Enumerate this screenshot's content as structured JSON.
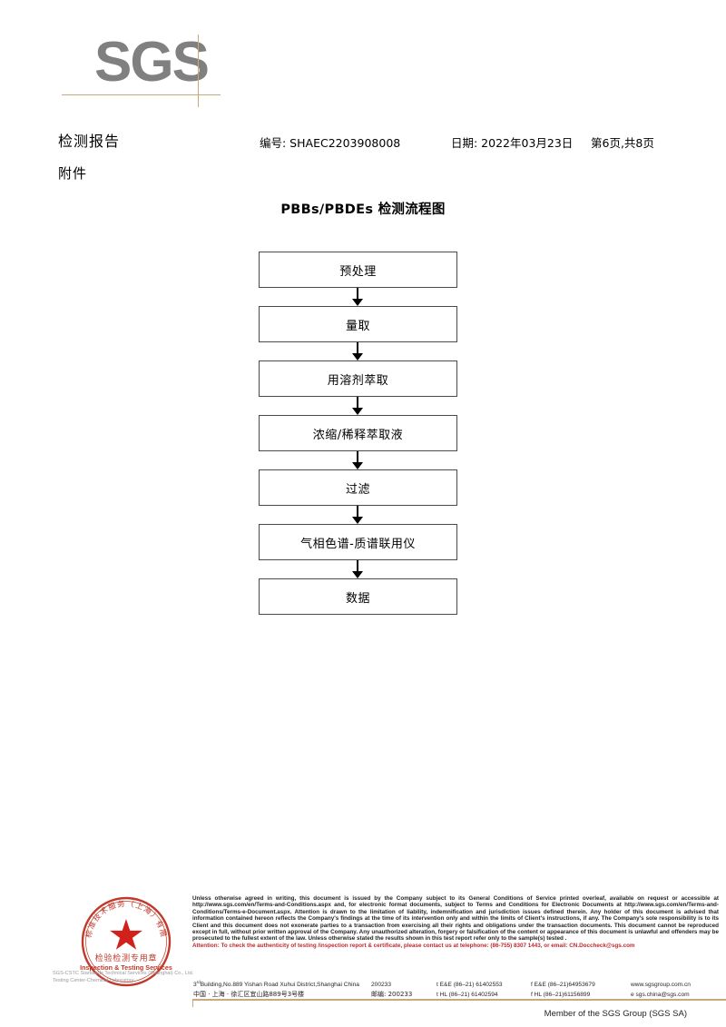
{
  "logo": {
    "text": "SGS"
  },
  "header": {
    "title": "检测报告",
    "attachment": "附件",
    "report_no": "编号: SHAEC2203908008",
    "date": "日期: 2022年03月23日",
    "page": "第6页,共8页"
  },
  "flowchart": {
    "title": "PBBs/PBDEs 检测流程图",
    "steps": [
      {
        "label": "预处理"
      },
      {
        "label": "量取"
      },
      {
        "label": "用溶剂萃取"
      },
      {
        "label": "浓缩/稀释萃取液"
      },
      {
        "label": "过滤"
      },
      {
        "label": "气相色谱-质谱联用仪"
      },
      {
        "label": "数据"
      }
    ]
  },
  "seal": {
    "ring_text_cn": "上海标准技术服务（上海）有限公司",
    "line_cn": "检验检测专用章",
    "line_en": "Inspection & Testing Services",
    "color": "#c0392b"
  },
  "seal_caption": {
    "line1": "SGS-CSTC Standards Technical Services (Shanghai) Co., Ltd.",
    "line2": "Testing Center-Chemical Laboratory"
  },
  "footer": {
    "disclaimer": "Unless otherwise agreed in writing, this document is issued by the Company subject to its General Conditions of Service printed overleaf, available on request or accessible at http://www.sgs.com/en/Terms-and-Conditions.aspx and, for electronic format documents, subject to Terms and Conditions for Electronic Documents at http://www.sgs.com/en/Terms-and-Conditions/Terms-e-Document.aspx. Attention is drawn to the limitation of liability, indemnification and jurisdiction issues defined therein. Any holder of this document is advised that information contained hereon reflects the Company's findings at the time of its intervention only and within the limits of Client's instructions, if any. The Company's sole responsibility is to its Client and this document does not exonerate parties to a transaction from exercising all their rights and obligations under the transaction documents. This document cannot be reproduced except in full, without prior written approval of the Company. Any unauthorized alteration, forgery or falsification of the content or appearance of this document is unlawful and offenders may be prosecuted to the fullest extent of the law. Unless otherwise stated the results shown in this test report refer only to the sample(s) tested .",
    "attention": "Attention: To check the authenticity of testing /inspection report & certificate, please contact us at telephone: (86-755) 8307 1443, or email: CN.Doccheck@sgs.com",
    "attention_color": "#c1272d",
    "address_en": "Building,No.889 Yishan Road Xuhui District,Shanghai China",
    "address_en_prefix": "3",
    "address_en_sup": "rd",
    "address_cn": "中国 · 上海 · 徐汇区宜山路889号3号楼",
    "zip_en": "200233",
    "zip_cn": "邮编: 200233",
    "tel_en": "t E&E (86–21) 61402553",
    "fax_en": "f E&E (86–21)64953679",
    "web": "www.sgsgroup.com.cn",
    "tel_hl": "t HL (86–21) 61402594",
    "fax_hl": "f HL (86–21)61156899",
    "email": "e sgs.china@sgs.com",
    "member": "Member of the SGS Group (SGS SA)"
  }
}
